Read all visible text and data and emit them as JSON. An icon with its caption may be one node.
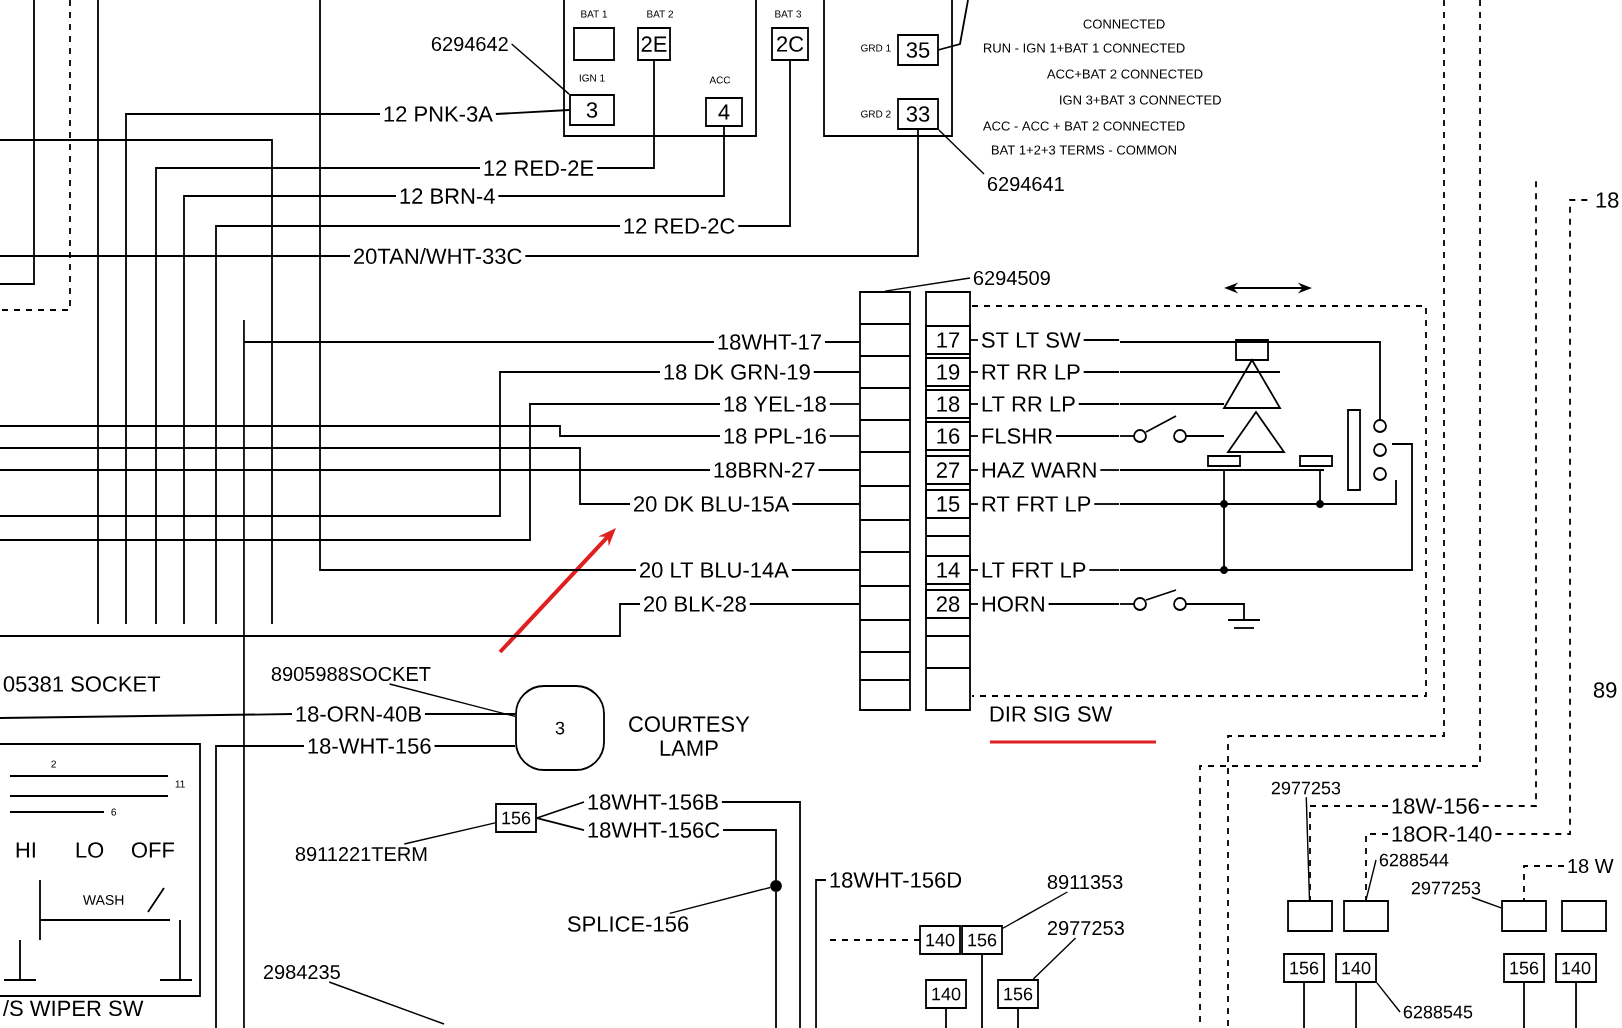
{
  "diagram": {
    "nodes": [
      {
        "text": [],
        "shape": "box",
        "beside": [
          "BAT 1"
        ]
      },
      {
        "text": [
          "2E"
        ],
        "beside": [
          "BAT 2"
        ]
      },
      {
        "text": [
          "2C"
        ],
        "beside": [
          "BAT 3"
        ]
      },
      {
        "text": [
          "6294642"
        ]
      },
      {
        "text": [
          "3"
        ],
        "beside": [
          "IGN 1"
        ]
      },
      {
        "text": [
          "4"
        ],
        "beside": [
          "ACC"
        ]
      },
      {
        "text": [
          "35"
        ],
        "beside": [
          "GRD 1"
        ]
      },
      {
        "text": [
          "33"
        ],
        "beside": [
          "GRD 2"
        ]
      },
      {
        "text": [
          "6294641"
        ]
      },
      {
        "text": [
          "6294509"
        ]
      },
      {
        "text": [
          "17"
        ],
        "beside": [
          "ST LT SW"
        ]
      },
      {
        "text": [
          "19"
        ],
        "beside": [
          "RT RR LP"
        ]
      },
      {
        "text": [
          "18"
        ],
        "beside": [
          "LT RR LP"
        ]
      },
      {
        "text": [
          "16"
        ],
        "beside": [
          "FLSHR"
        ]
      },
      {
        "text": [
          "27"
        ],
        "beside": [
          "HAZ WARN"
        ]
      },
      {
        "text": [
          "15"
        ],
        "beside": [
          "RT FRT LP"
        ]
      },
      {
        "text": [
          "14"
        ],
        "beside": [
          "LT FRT LP"
        ]
      },
      {
        "text": [
          "28"
        ],
        "beside": [
          "HORN"
        ]
      },
      {
        "text": [
          "8905988SOCKET"
        ]
      },
      {
        "text": [
          "3"
        ],
        "beside": [
          "COURTESY LAMP"
        ]
      },
      {
        "text": [
          "156"
        ]
      },
      {
        "text": [
          "8911221TERM"
        ]
      },
      {
        "text": [
          "140"
        ]
      },
      {
        "text": [
          "156"
        ]
      },
      {
        "text": [
          "8911353"
        ]
      },
      {
        "text": [
          "SPLICE-156"
        ]
      },
      {
        "text": [
          "2977253"
        ]
      },
      {
        "text": [
          "140"
        ]
      },
      {
        "text": [
          "156"
        ]
      },
      {
        "text": [
          "2984235"
        ]
      },
      {
        "text": [
          "2977253"
        ]
      },
      {
        "text": [],
        "shape": "box"
      },
      {
        "text": [],
        "shape": "box"
      },
      {
        "text": [
          "6288544"
        ]
      },
      {
        "text": [
          "2977253"
        ]
      },
      {
        "text": [],
        "shape": "box"
      },
      {
        "text": [],
        "shape": "box"
      },
      {
        "text": [
          "156"
        ]
      },
      {
        "text": [
          "140"
        ]
      },
      {
        "text": [
          "156"
        ]
      },
      {
        "text": [
          "140"
        ]
      },
      {
        "text": [
          "6288545"
        ]
      },
      {
        "text": [
          "12 PNK-3A"
        ]
      },
      {
        "text": [
          "12 RED-2E"
        ]
      },
      {
        "text": [
          "12 BRN-4"
        ]
      },
      {
        "text": [
          "12 RED-2C"
        ]
      },
      {
        "text": [
          "20TAN/WHT-33C"
        ]
      },
      {
        "text": [],
        "shape": "box"
      },
      {
        "text": [
          "18WHT-17"
        ]
      },
      {
        "text": [
          "18 DK GRN-19"
        ]
      },
      {
        "text": [
          "18 YEL-18"
        ]
      },
      {
        "text": [
          "18 PPL-16"
        ]
      },
      {
        "text": [
          "18BRN-27"
        ]
      },
      {
        "text": [
          "20 DK BLU-15A"
        ]
      },
      {
        "text": [
          "20 LT BLU-14A"
        ]
      },
      {
        "text": [
          "20 BLK-28"
        ]
      },
      {
        "text": [
          "18-ORN-40B"
        ]
      },
      {
        "text": [
          "18-WHT-156"
        ]
      },
      {
        "text": [
          "18WHT-156B"
        ]
      },
      {
        "text": [
          "18WHT-156C"
        ]
      },
      {
        "text": [
          "18W-156"
        ]
      },
      {
        "text": [
          "18OR-140"
        ]
      },
      {
        "text": [
          "18 W"
        ]
      },
      {
        "text": [],
        "shape": "circle"
      },
      {
        "text": [],
        "shape": "picture"
      },
      {
        "text": [],
        "shape": "picture"
      },
      {
        "text": [
          "18"
        ]
      }
    ],
    "edges": [
      {
        "from": 3,
        "to": 4,
        "arrow": "none"
      },
      {
        "from": 8,
        "to": 7,
        "arrow": "none"
      },
      {
        "from": 9,
        "to": 47,
        "arrow": "none"
      },
      {
        "from": 18,
        "to": 19,
        "arrow": "none"
      },
      {
        "from": 21,
        "to": 20,
        "arrow": "none"
      },
      {
        "from": 25,
        "to": 63,
        "arrow": "none"
      },
      {
        "from": 24,
        "to": 23,
        "arrow": "none"
      },
      {
        "from": 26,
        "to": 28,
        "arrow": "none"
      },
      {
        "from": 29,
        "to": null,
        "arrow": "none"
      },
      {
        "from": 30,
        "to": 31,
        "arrow": "none"
      },
      {
        "from": 33,
        "to": 32,
        "arrow": "none"
      },
      {
        "from": 34,
        "to": 35,
        "arrow": "none"
      },
      {
        "from": 41,
        "to": 38,
        "arrow": "none"
      },
      {
        "from": 42,
        "to": 4,
        "arrow": "none"
      },
      {
        "from": 43,
        "to": 1,
        "arrow": "none"
      },
      {
        "from": 44,
        "to": 5,
        "arrow": "none"
      },
      {
        "from": 45,
        "to": 2,
        "arrow": "none"
      },
      {
        "from": 46,
        "to": 7,
        "arrow": "none"
      },
      {
        "from": 48,
        "to": 47,
        "arrow": "none"
      },
      {
        "from": 49,
        "to": 47,
        "arrow": "none"
      },
      {
        "from": 50,
        "to": 47,
        "arrow": "none"
      },
      {
        "from": 51,
        "to": 47,
        "arrow": "none"
      },
      {
        "from": 52,
        "to": 47,
        "arrow": "none"
      },
      {
        "from": 53,
        "to": 47,
        "arrow": "none"
      },
      {
        "from": 54,
        "to": 47,
        "arrow": "none"
      },
      {
        "from": 55,
        "to": 47,
        "arrow": "none"
      },
      {
        "from": 56,
        "to": 19,
        "arrow": "none"
      },
      {
        "from": 57,
        "to": 19,
        "arrow": "none"
      },
      {
        "from": 58,
        "to": 20,
        "arrow": "none"
      },
      {
        "from": 59,
        "to": 20,
        "arrow": "none"
      },
      {
        "from": 60,
        "to": 31,
        "arrow": "none",
        "style": "dashed"
      },
      {
        "from": 61,
        "to": 32,
        "arrow": "none",
        "style": "dashed"
      },
      {
        "from": 62,
        "to": 35,
        "arrow": "none",
        "style": "dashed"
      },
      {
        "from": 59,
        "to": 63,
        "arrow": "none"
      },
      {
        "from": 10,
        "to": 64,
        "arrow": "none"
      },
      {
        "from": 11,
        "to": 64,
        "arrow": "none"
      },
      {
        "from": 12,
        "to": 64,
        "arrow": "none"
      },
      {
        "from": 13,
        "to": 64,
        "arrow": "none"
      },
      {
        "from": 14,
        "to": 64,
        "arrow": "none"
      },
      {
        "from": 15,
        "to": 64,
        "arrow": "none"
      },
      {
        "from": 16,
        "to": 64,
        "arrow": "none"
      },
      {
        "from": 17,
        "to": 65,
        "arrow": "none"
      },
      {
        "from": 61,
        "to": 66,
        "arrow": "none",
        "style": "dashed"
      }
    ],
    "labels": [
      "CONNECTED",
      "RUN - IGN 1+BAT 1 CONNECTED",
      "ACC+BAT 2 CONNECTED",
      "IGN 3+BAT 3 CONNECTED",
      "ACC - ACC + BAT 2 CONNECTED",
      "BAT 1+2+3 TERMS - COMMON",
      "05381 SOCKET",
      "89",
      "DIR SIG SW",
      "2",
      "11",
      "6",
      "HI",
      "LO",
      "OFF",
      "18WHT-156D",
      "WASH",
      "/S WIPER SW"
    ]
  }
}
